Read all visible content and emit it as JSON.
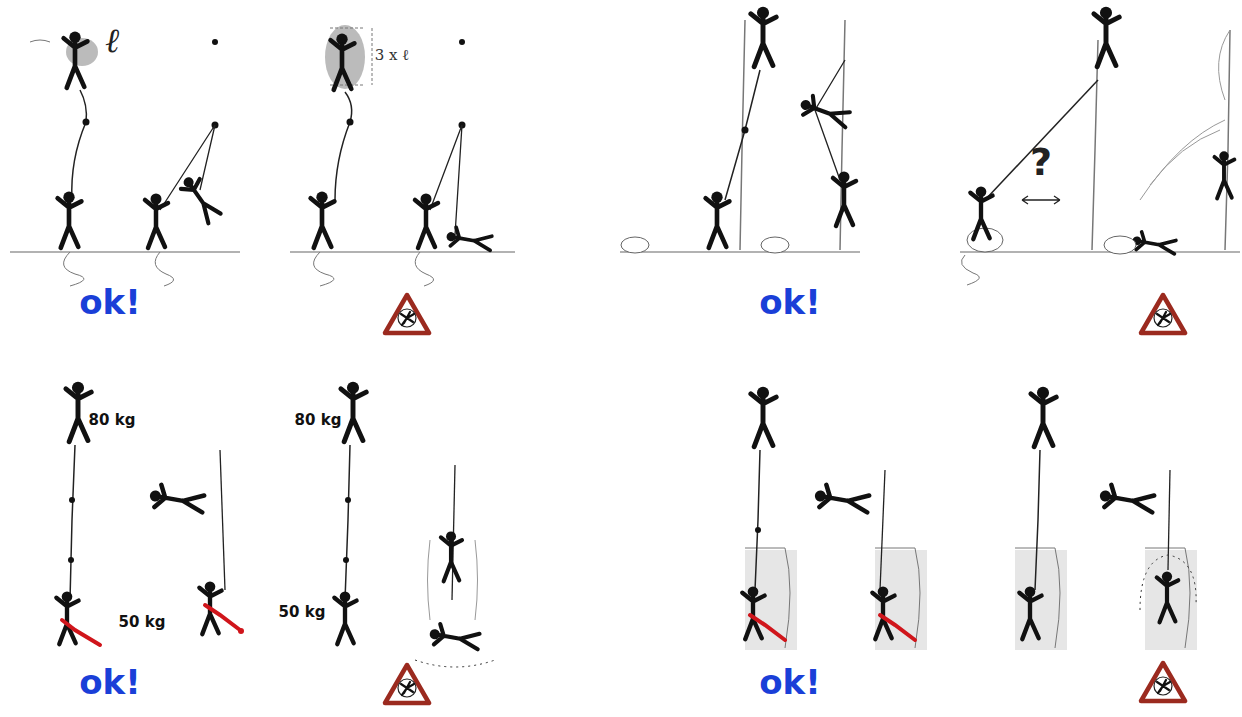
{
  "diagram": {
    "labels": [
      "ℓ",
      "3 x ℓ",
      "?",
      "ok!",
      "ok!",
      "80 kg",
      "80 kg",
      "50 kg",
      "50 kg",
      "ok!",
      "ok!"
    ]
  }
}
